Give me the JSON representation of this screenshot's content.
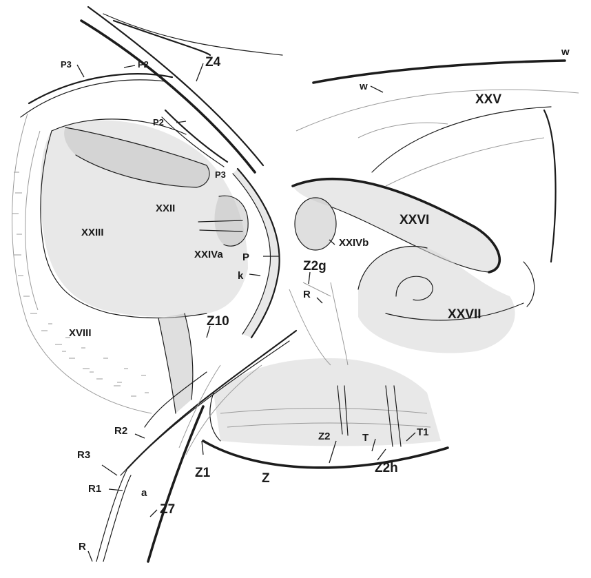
{
  "labels": {
    "w_top": "w",
    "w_left": "w",
    "xxv": "XXV",
    "z4": "Z4",
    "p3_top": "P3",
    "p2_top": "P2",
    "p2_mid": "P2",
    "p3_mid": "P3",
    "xxii": "XXII",
    "xxiii": "XXIII",
    "xxiva": "XXIVa",
    "xxivb": "XXIVb",
    "xxvi": "XXVI",
    "p": "P",
    "k": "k",
    "z2g": "Z2g",
    "r_mid": "R",
    "xxvii": "XXVII",
    "xviii": "XVIII",
    "z10": "Z10",
    "r2": "R2",
    "r3": "R3",
    "r1": "R1",
    "a": "a",
    "z1": "Z1",
    "z": "Z",
    "z2_left": "Z2",
    "t": "T",
    "t1": "T1",
    "z2h": "Z2h",
    "z7": "Z7",
    "r_bottom": "R"
  }
}
